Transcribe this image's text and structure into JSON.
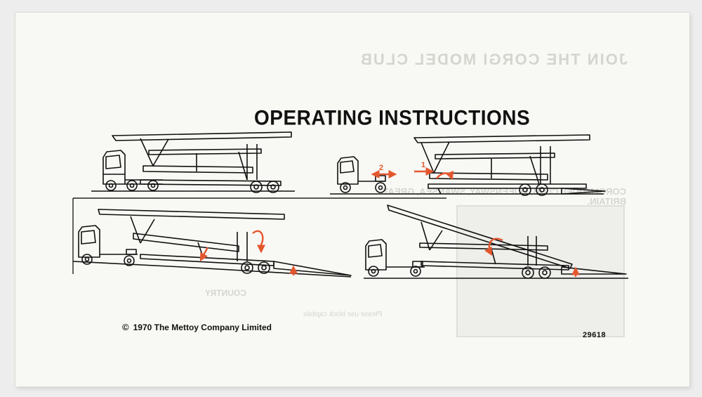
{
  "sheet": {
    "title": "OPERATING INSTRUCTIONS",
    "copyright_symbol": "©",
    "copyright_text": "1970 The Mettoy Company Limited",
    "part_number": "29618"
  },
  "diagram": {
    "step_labels": [
      "1",
      "2"
    ]
  },
  "show_through": {
    "heading": "JOIN THE CORGI MODEL CLUB",
    "country_label": "COUNTRY",
    "block_capitals_note": "Please use block capitals",
    "left_heading_fragment": "CORGI MODEL CLUB, QUEENSWAY, SWANSEA, GREAT BRITAIN."
  },
  "colors": {
    "ink": "#111111",
    "arrow": "#e4572e",
    "paper": "#f8f8f4",
    "background": "#ededed"
  }
}
